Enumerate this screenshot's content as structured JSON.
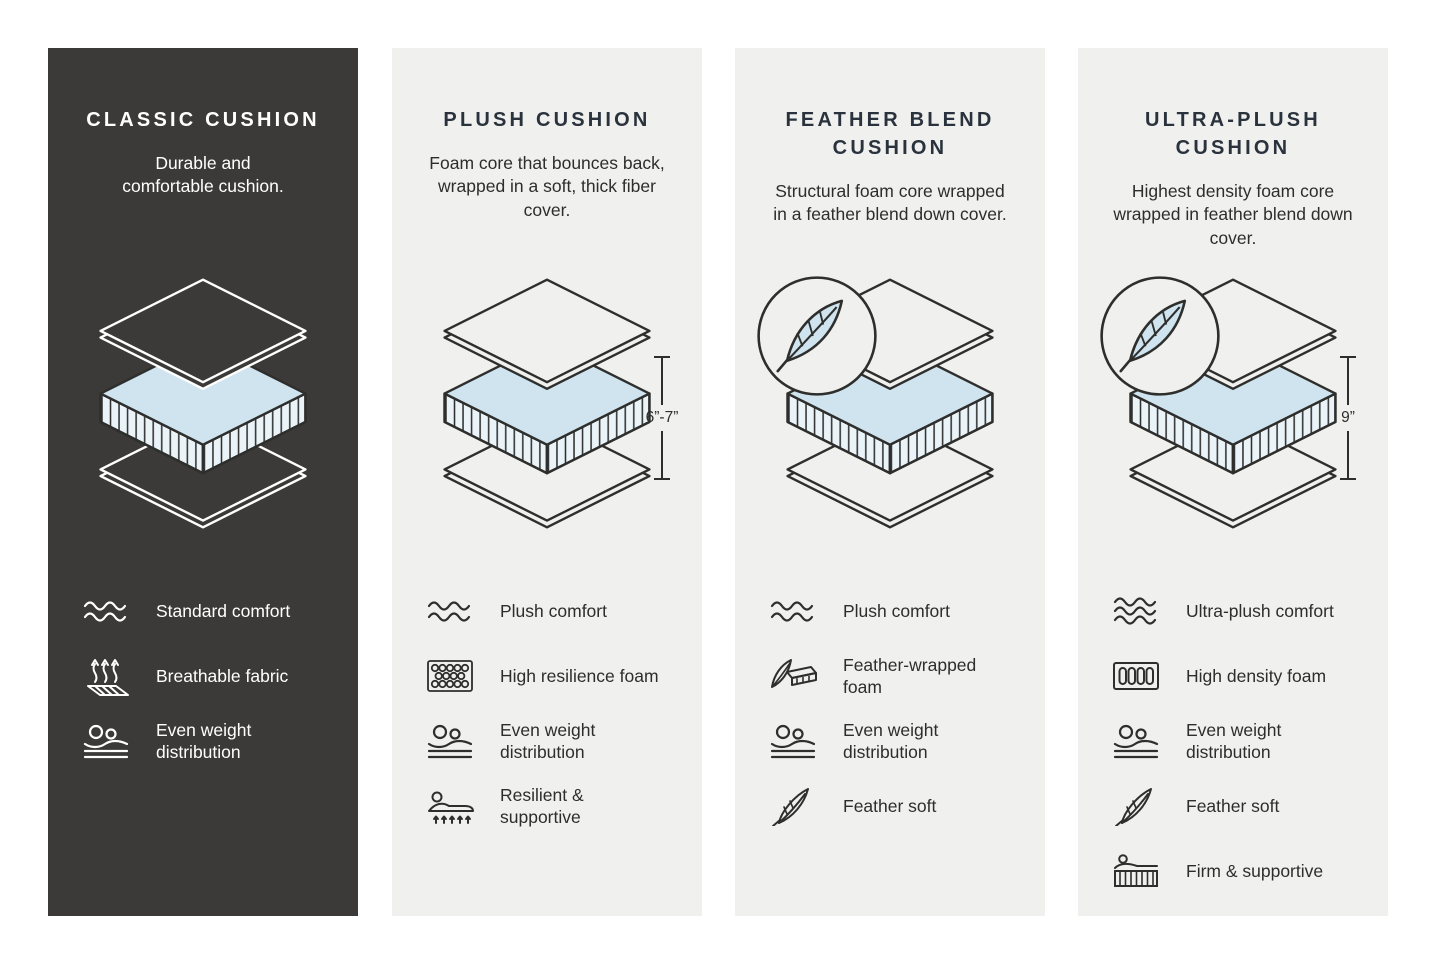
{
  "colors": {
    "dark_card_bg": "#3b3a38",
    "light_card_bg": "#f0f0ee",
    "foam_blue": "#cfe4ee",
    "foam_side": "#e9f3f8",
    "ink": "#2e2e2d"
  },
  "cards": [
    {
      "title": "CLASSIC CUSHION",
      "description": "Durable and comfortable cushion.",
      "features": [
        {
          "icon": "waves-icon",
          "icon_ref": "#sym-waves2",
          "label": "Standard comfort"
        },
        {
          "icon": "breathable-fabric-icon",
          "icon_ref": "#sym-breathable",
          "label": "Breathable fabric"
        },
        {
          "icon": "weight-distribution-icon",
          "icon_ref": "#sym-weight",
          "label": "Even weight distribution"
        }
      ]
    },
    {
      "title": "PLUSH CUSHION",
      "description": "Foam core that bounces back, wrapped in a soft, thick fiber cover.",
      "dimension": "6”-7”",
      "features": [
        {
          "icon": "waves-icon",
          "icon_ref": "#sym-waves2",
          "label": "Plush comfort"
        },
        {
          "icon": "foam-cells-icon",
          "icon_ref": "#sym-honeycomb",
          "label": "High resilience foam"
        },
        {
          "icon": "weight-distribution-icon",
          "icon_ref": "#sym-weight",
          "label": "Even weight distribution"
        },
        {
          "icon": "resilient-support-icon",
          "icon_ref": "#sym-resilient",
          "label": "Resilient & supportive"
        }
      ]
    },
    {
      "title": "FEATHER BLEND CUSHION",
      "description": "Structural foam core wrapped in a feather blend down cover.",
      "has_feather_badge": true,
      "features": [
        {
          "icon": "waves-icon",
          "icon_ref": "#sym-waves2",
          "label": "Plush comfort"
        },
        {
          "icon": "feather-wrapped-foam-icon",
          "icon_ref": "#sym-featherfoam",
          "label": "Feather-wrapped foam"
        },
        {
          "icon": "weight-distribution-icon",
          "icon_ref": "#sym-weight",
          "label": "Even weight distribution"
        },
        {
          "icon": "feather-icon",
          "icon_ref": "#sym-feather",
          "label": "Feather soft"
        }
      ]
    },
    {
      "title": "ULTRA-PLUSH CUSHION",
      "description": "Highest density foam core wrapped in feather blend down cover.",
      "dimension": "9”",
      "has_feather_badge": true,
      "features": [
        {
          "icon": "waves-icon",
          "icon_ref": "#sym-waves3",
          "label": "Ultra-plush comfort"
        },
        {
          "icon": "foam-bars-icon",
          "icon_ref": "#sym-density",
          "label": "High density foam"
        },
        {
          "icon": "weight-distribution-icon",
          "icon_ref": "#sym-weight",
          "label": "Even weight distribution"
        },
        {
          "icon": "feather-icon",
          "icon_ref": "#sym-feather",
          "label": "Feather soft"
        },
        {
          "icon": "firm-support-icon",
          "icon_ref": "#sym-firm",
          "label": "Firm & supportive"
        }
      ]
    }
  ]
}
